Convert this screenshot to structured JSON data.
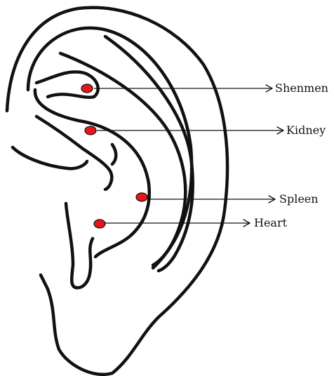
{
  "colors": {
    "outline": "#111111",
    "point": "#e8161b",
    "background": "#ffffff"
  },
  "points": [
    {
      "key": "shenmen",
      "label": "Shenmen"
    },
    {
      "key": "kidney",
      "label": "Kidney"
    },
    {
      "key": "spleen",
      "label": "Spleen"
    },
    {
      "key": "heart",
      "label": "Heart"
    }
  ]
}
